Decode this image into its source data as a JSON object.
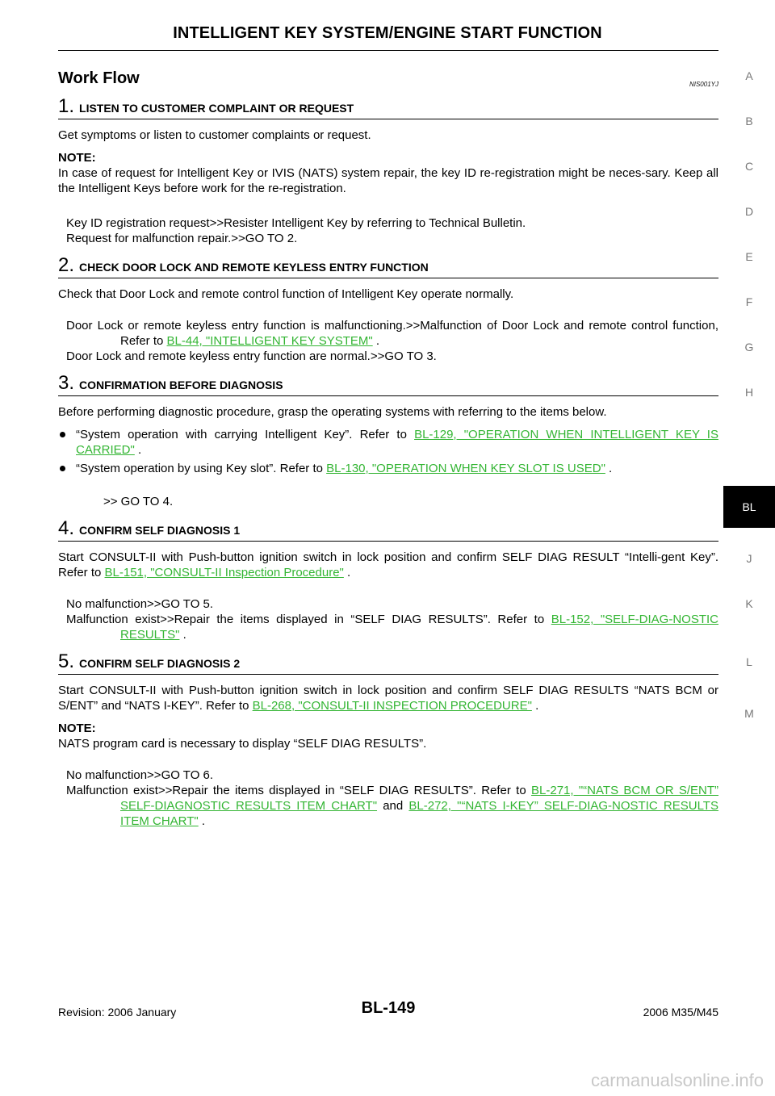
{
  "header": {
    "title": "INTELLIGENT KEY SYSTEM/ENGINE START FUNCTION"
  },
  "section": {
    "title": "Work Flow",
    "doc_id": "NIS001YJ"
  },
  "step1": {
    "num": "1.",
    "title": "LISTEN TO CUSTOMER COMPLAINT OR REQUEST",
    "text": "Get symptoms or listen to customer complaints or request.",
    "note_label": "NOTE:",
    "note_text": "In case of request for Intelligent Key or IVIS (NATS) system repair, the key ID re-registration might be neces-sary. Keep all the Intelligent Keys before work for the re-registration.",
    "res1": "Key ID registration request>>Resister Intelligent Key by referring to Technical Bulletin.",
    "res2": "Request for malfunction repair.>>GO TO 2."
  },
  "step2": {
    "num": "2.",
    "title": "CHECK DOOR LOCK AND REMOTE KEYLESS ENTRY FUNCTION",
    "text": "Check that Door Lock and remote control function of Intelligent Key operate normally.",
    "res1_pre": "Door Lock or remote keyless entry function is malfunctioning.>>Malfunction of Door Lock and remote control function, Refer to ",
    "res1_link": "BL-44, \"INTELLIGENT KEY SYSTEM\"",
    "res1_post": " .",
    "res2": "Door Lock and remote keyless entry function are normal.>>GO TO 3."
  },
  "step3": {
    "num": "3.",
    "title": "CONFIRMATION BEFORE DIAGNOSIS",
    "text": "Before performing diagnostic procedure, grasp the operating systems with referring to the items below.",
    "b1_pre": "“System operation with carrying Intelligent Key”. Refer to ",
    "b1_link": "BL-129, \"OPERATION WHEN INTELLIGENT KEY IS CARRIED\"",
    "b1_post": " .",
    "b2_pre": "“System operation by using Key slot”. Refer to ",
    "b2_link": "BL-130, \"OPERATION WHEN KEY SLOT IS USED\"",
    "b2_post": " .",
    "goto": ">> GO TO 4."
  },
  "step4": {
    "num": "4.",
    "title": "CONFIRM SELF DIAGNOSIS 1",
    "text_pre": "Start CONSULT-II with Push-button ignition switch in lock position and confirm SELF DIAG RESULT “Intelli-gent Key”. Refer to ",
    "text_link": "BL-151, \"CONSULT-II Inspection Procedure\"",
    "text_post": " .",
    "res1": "No malfunction>>GO TO 5.",
    "res2_pre": "Malfunction exist>>Repair the items displayed in “SELF DIAG RESULTS”. Refer to ",
    "res2_link": "BL-152, \"SELF-DIAG-NOSTIC RESULTS\"",
    "res2_post": " ."
  },
  "step5": {
    "num": "5.",
    "title": "CONFIRM SELF DIAGNOSIS 2",
    "text_pre": "Start CONSULT-II with Push-button ignition switch in lock position and confirm SELF DIAG RESULTS “NATS BCM or S/ENT” and “NATS I-KEY”. Refer to ",
    "text_link": "BL-268, \"CONSULT-II INSPECTION PROCEDURE\"",
    "text_post": " .",
    "note_label": "NOTE:",
    "note_text": "NATS program card is necessary to display “SELF DIAG RESULTS”.",
    "res1": "No malfunction>>GO TO 6.",
    "res2_pre": "Malfunction exist>>Repair the items displayed in “SELF DIAG RESULTS”. Refer to ",
    "res2_link1": "BL-271, \"“NATS BCM OR S/ENT” SELF-DIAGNOSTIC RESULTS ITEM CHART\"",
    "res2_mid": "  and ",
    "res2_link2": "BL-272, \"“NATS I-KEY” SELF-DIAG-NOSTIC RESULTS ITEM CHART\"",
    "res2_post": " ."
  },
  "side_tabs": [
    "A",
    "B",
    "C",
    "D",
    "E",
    "F",
    "G",
    "H",
    "BL",
    "J",
    "K",
    "L",
    "M"
  ],
  "footer": {
    "revision": "Revision: 2006 January",
    "page": "BL-149",
    "model": "2006 M35/M45"
  },
  "watermark": "carmanualsonline.info"
}
